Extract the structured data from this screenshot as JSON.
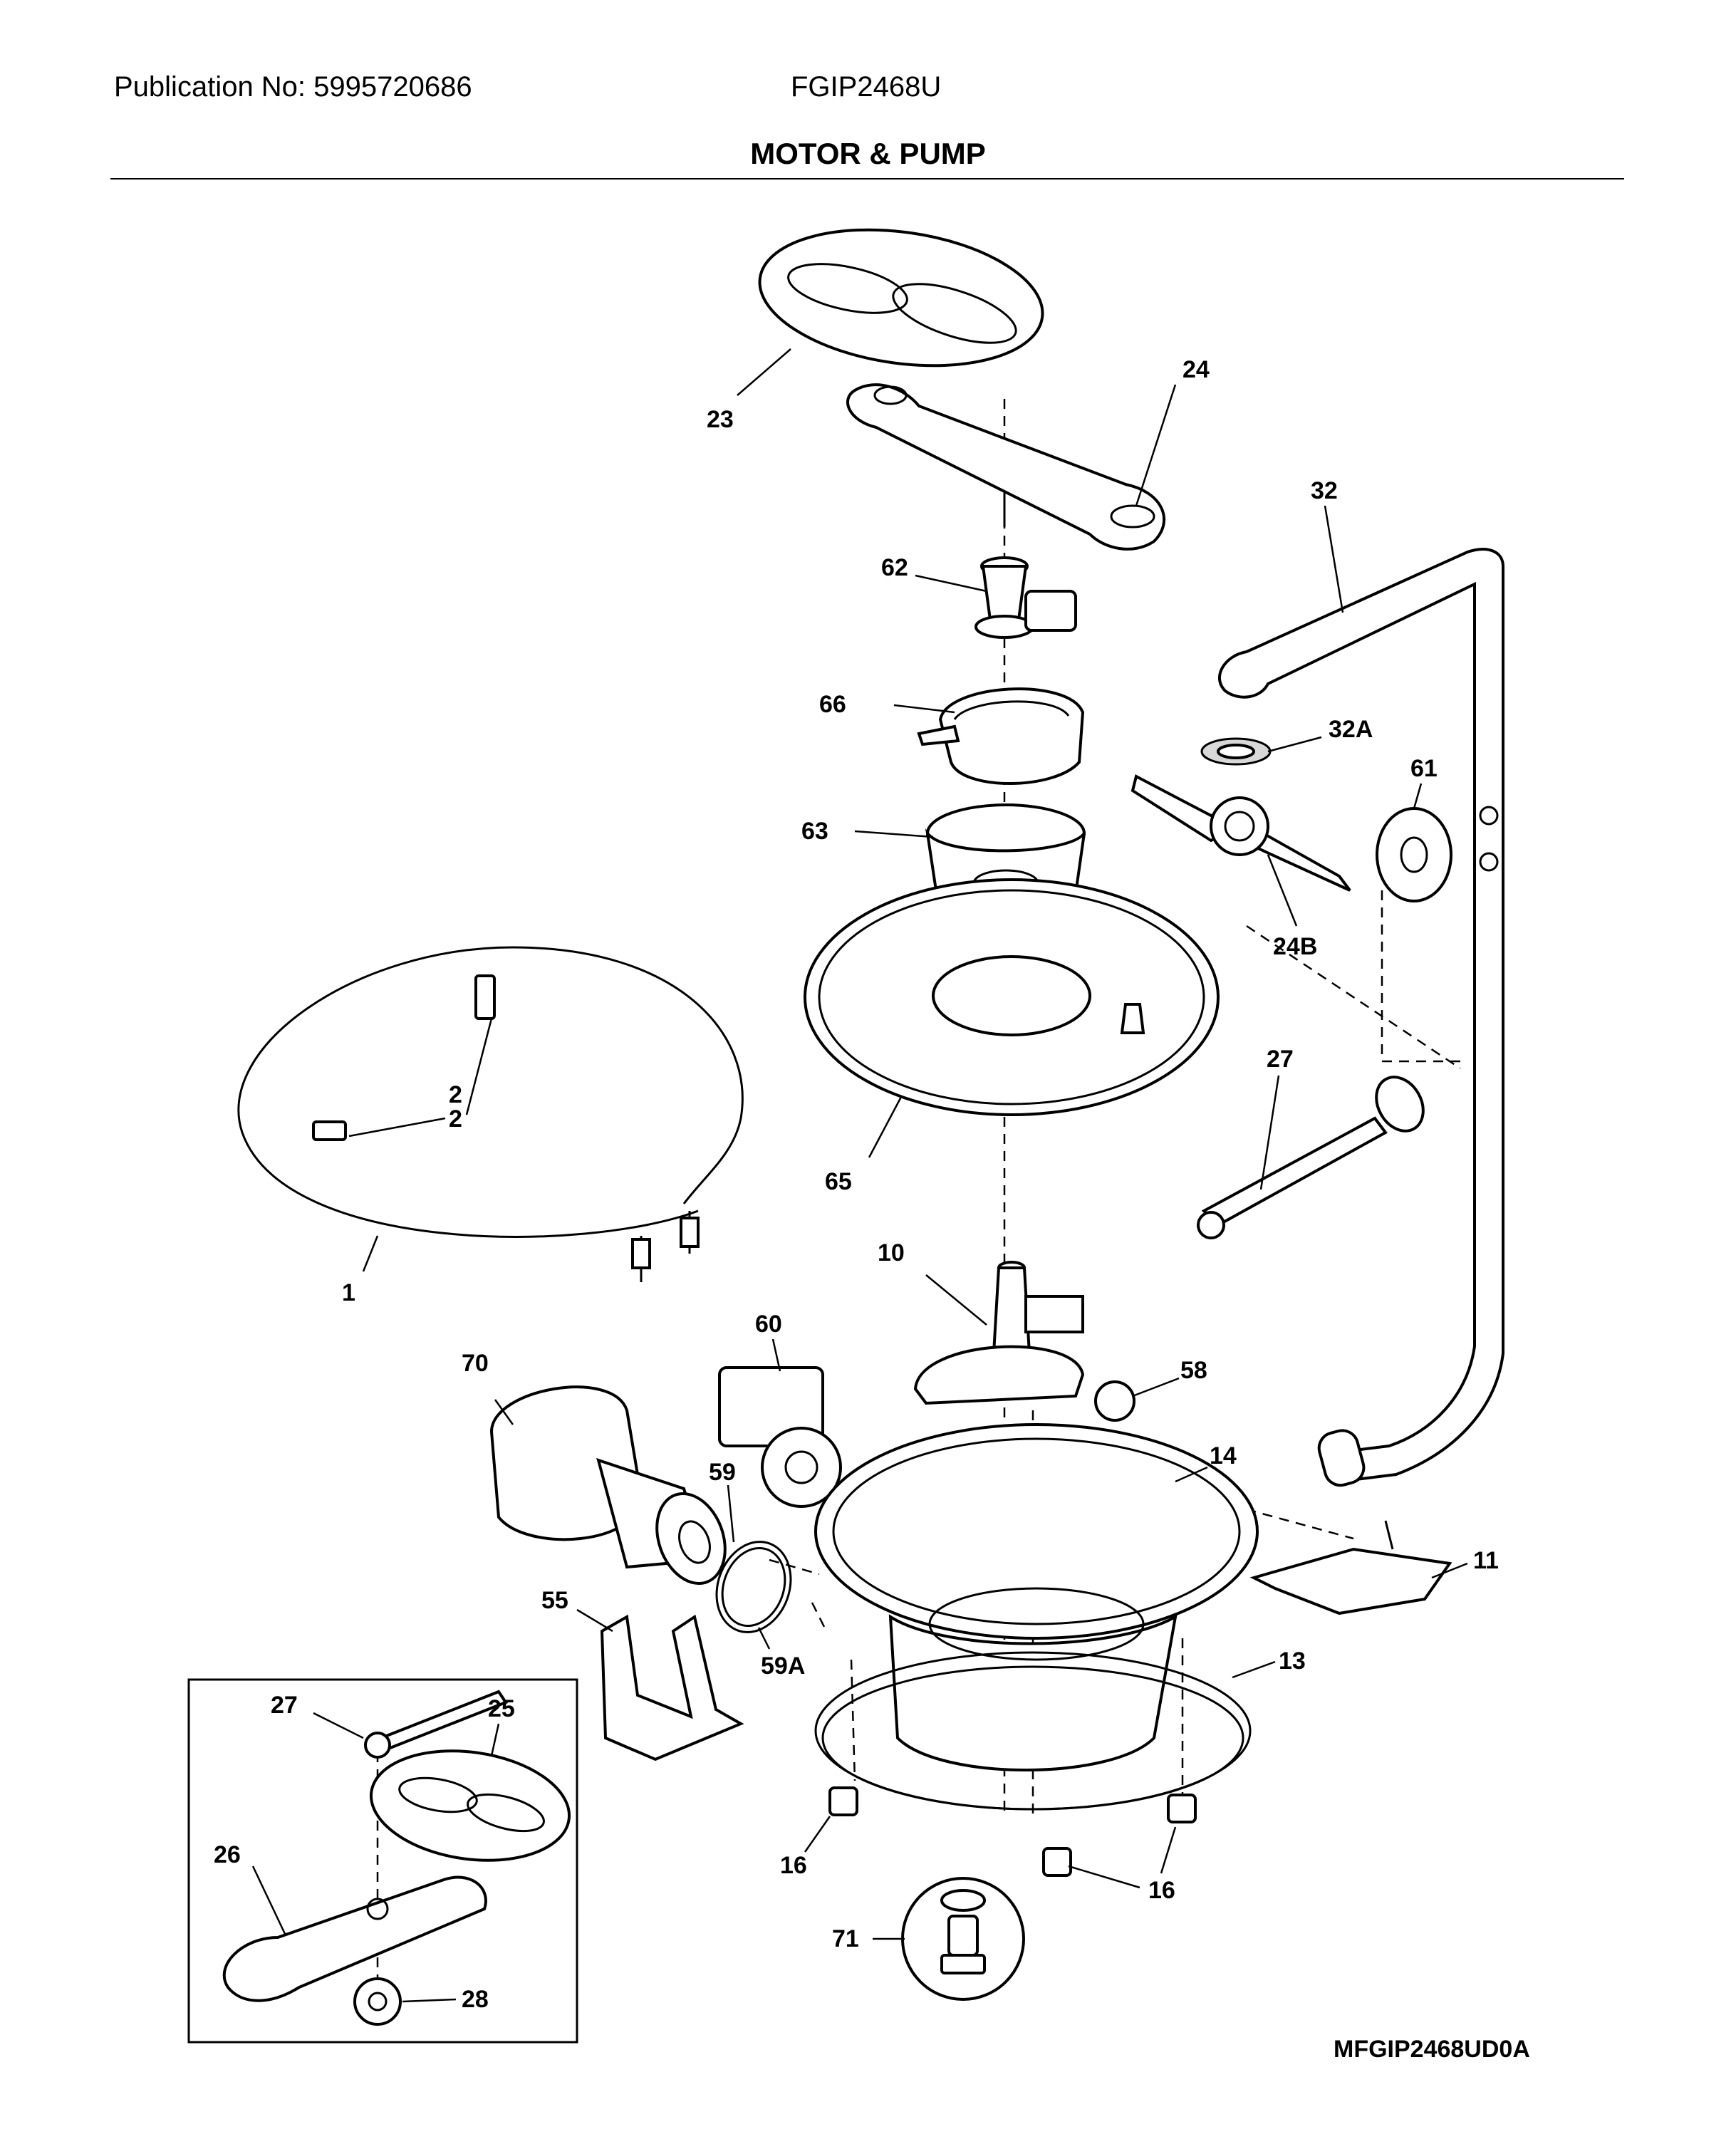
{
  "header": {
    "publication": "Publication No: 5995720686",
    "model": "FGIP2468U",
    "section_title": "MOTOR & PUMP"
  },
  "footer": {
    "drawing_code": "MFGIP2468UD0A"
  },
  "callouts": {
    "c1": "1",
    "c2a": "2",
    "c2b": "2",
    "c10": "10",
    "c11": "11",
    "c13": "13",
    "c14": "14",
    "c16a": "16",
    "c16b": "16",
    "c23": "23",
    "c24": "24",
    "c24b": "24B",
    "c25": "25",
    "c26": "26",
    "c27a": "27",
    "c27b": "27",
    "c28": "28",
    "c32": "32",
    "c32a": "32A",
    "c55": "55",
    "c58": "58",
    "c59": "59",
    "c59a": "59A",
    "c60": "60",
    "c61": "61",
    "c62": "62",
    "c63": "63",
    "c65": "65",
    "c66": "66",
    "c70": "70",
    "c71": "71"
  }
}
